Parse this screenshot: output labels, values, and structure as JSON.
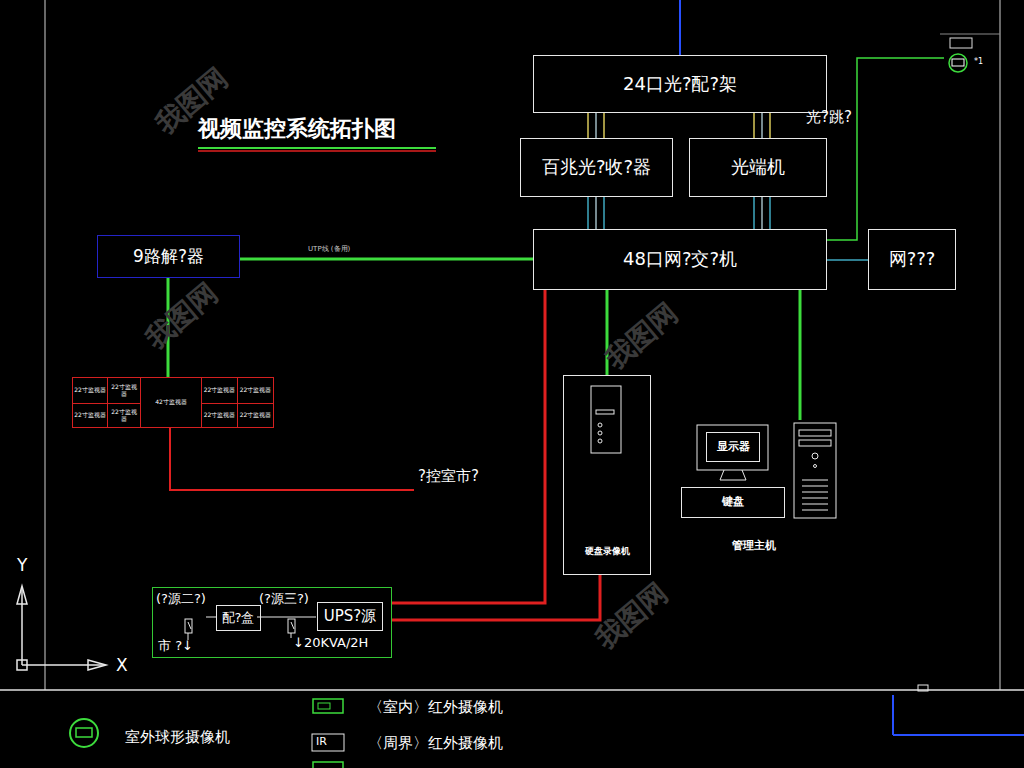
{
  "diagram": {
    "title": "视频监控系统拓扑图",
    "nodes": [
      {
        "text": [
          "24口光?配?架"
        ]
      },
      {
        "text": [
          "百兆光?收?器"
        ]
      },
      {
        "text": [
          "光端机"
        ]
      },
      {
        "text": [
          "9路解?器"
        ]
      },
      {
        "text": [
          "48口网?交?机"
        ]
      },
      {
        "text": [
          "网???"
        ]
      },
      {
        "text": [
          "22寸监视器"
        ]
      },
      {
        "text": [
          "22寸监视器"
        ]
      },
      {
        "text": [
          "42寸监视器"
        ]
      },
      {
        "text": [
          "22寸监视器"
        ]
      },
      {
        "text": [
          "22寸监视器"
        ]
      },
      {
        "text": [
          "22寸监视器"
        ]
      },
      {
        "text": [
          "22寸监视器"
        ]
      },
      {
        "text": [
          "22寸监视器"
        ]
      },
      {
        "text": [
          "22寸监视器"
        ]
      },
      {
        "text": [
          "硬盘录像机"
        ]
      },
      {
        "text": [
          "管理主机"
        ]
      },
      {
        "text": [
          "显示器"
        ],
        "in": 16
      },
      {
        "text": [
          "键盘"
        ],
        "in": 16
      },
      {
        "text": [
          "(?源二?)",
          "(?源三?)",
          "市 ?↓",
          "↓20KVA/2H"
        ]
      },
      {
        "text": [
          "配?盒"
        ],
        "in": 19
      },
      {
        "text": [
          "UPS?源"
        ],
        "in": 19
      }
    ],
    "edges": [
      {
        "from": 0,
        "to": 1,
        "arrow": "none"
      },
      {
        "from": 0,
        "to": 2,
        "arrow": "none"
      },
      {
        "from": 1,
        "to": 4,
        "arrow": "none"
      },
      {
        "from": 2,
        "to": 4,
        "arrow": "none"
      },
      {
        "from": 3,
        "to": 4,
        "label": "UTP线 (备用)",
        "arrow": "none"
      },
      {
        "from": 4,
        "to": 5,
        "arrow": "none"
      },
      {
        "from": 3,
        "to": 8,
        "arrow": "none"
      },
      {
        "from": 4,
        "to": 15,
        "arrow": "none"
      },
      {
        "from": 4,
        "to": 16,
        "arrow": "none"
      },
      {
        "from": 4,
        "to": 19,
        "arrow": "none"
      },
      {
        "from": 15,
        "to": 19,
        "arrow": "none"
      }
    ],
    "labels": [
      "光?跳?",
      "?控室市?",
      "*1",
      "Y",
      "X",
      "IR",
      "我图网",
      "我图网",
      "我图网",
      "我图网"
    ],
    "legend": [
      {
        "text": "室外球形摄像机"
      },
      {
        "text": "〈室内〉红外摄像机"
      },
      {
        "text": "〈周界〉红外摄像机"
      }
    ]
  }
}
